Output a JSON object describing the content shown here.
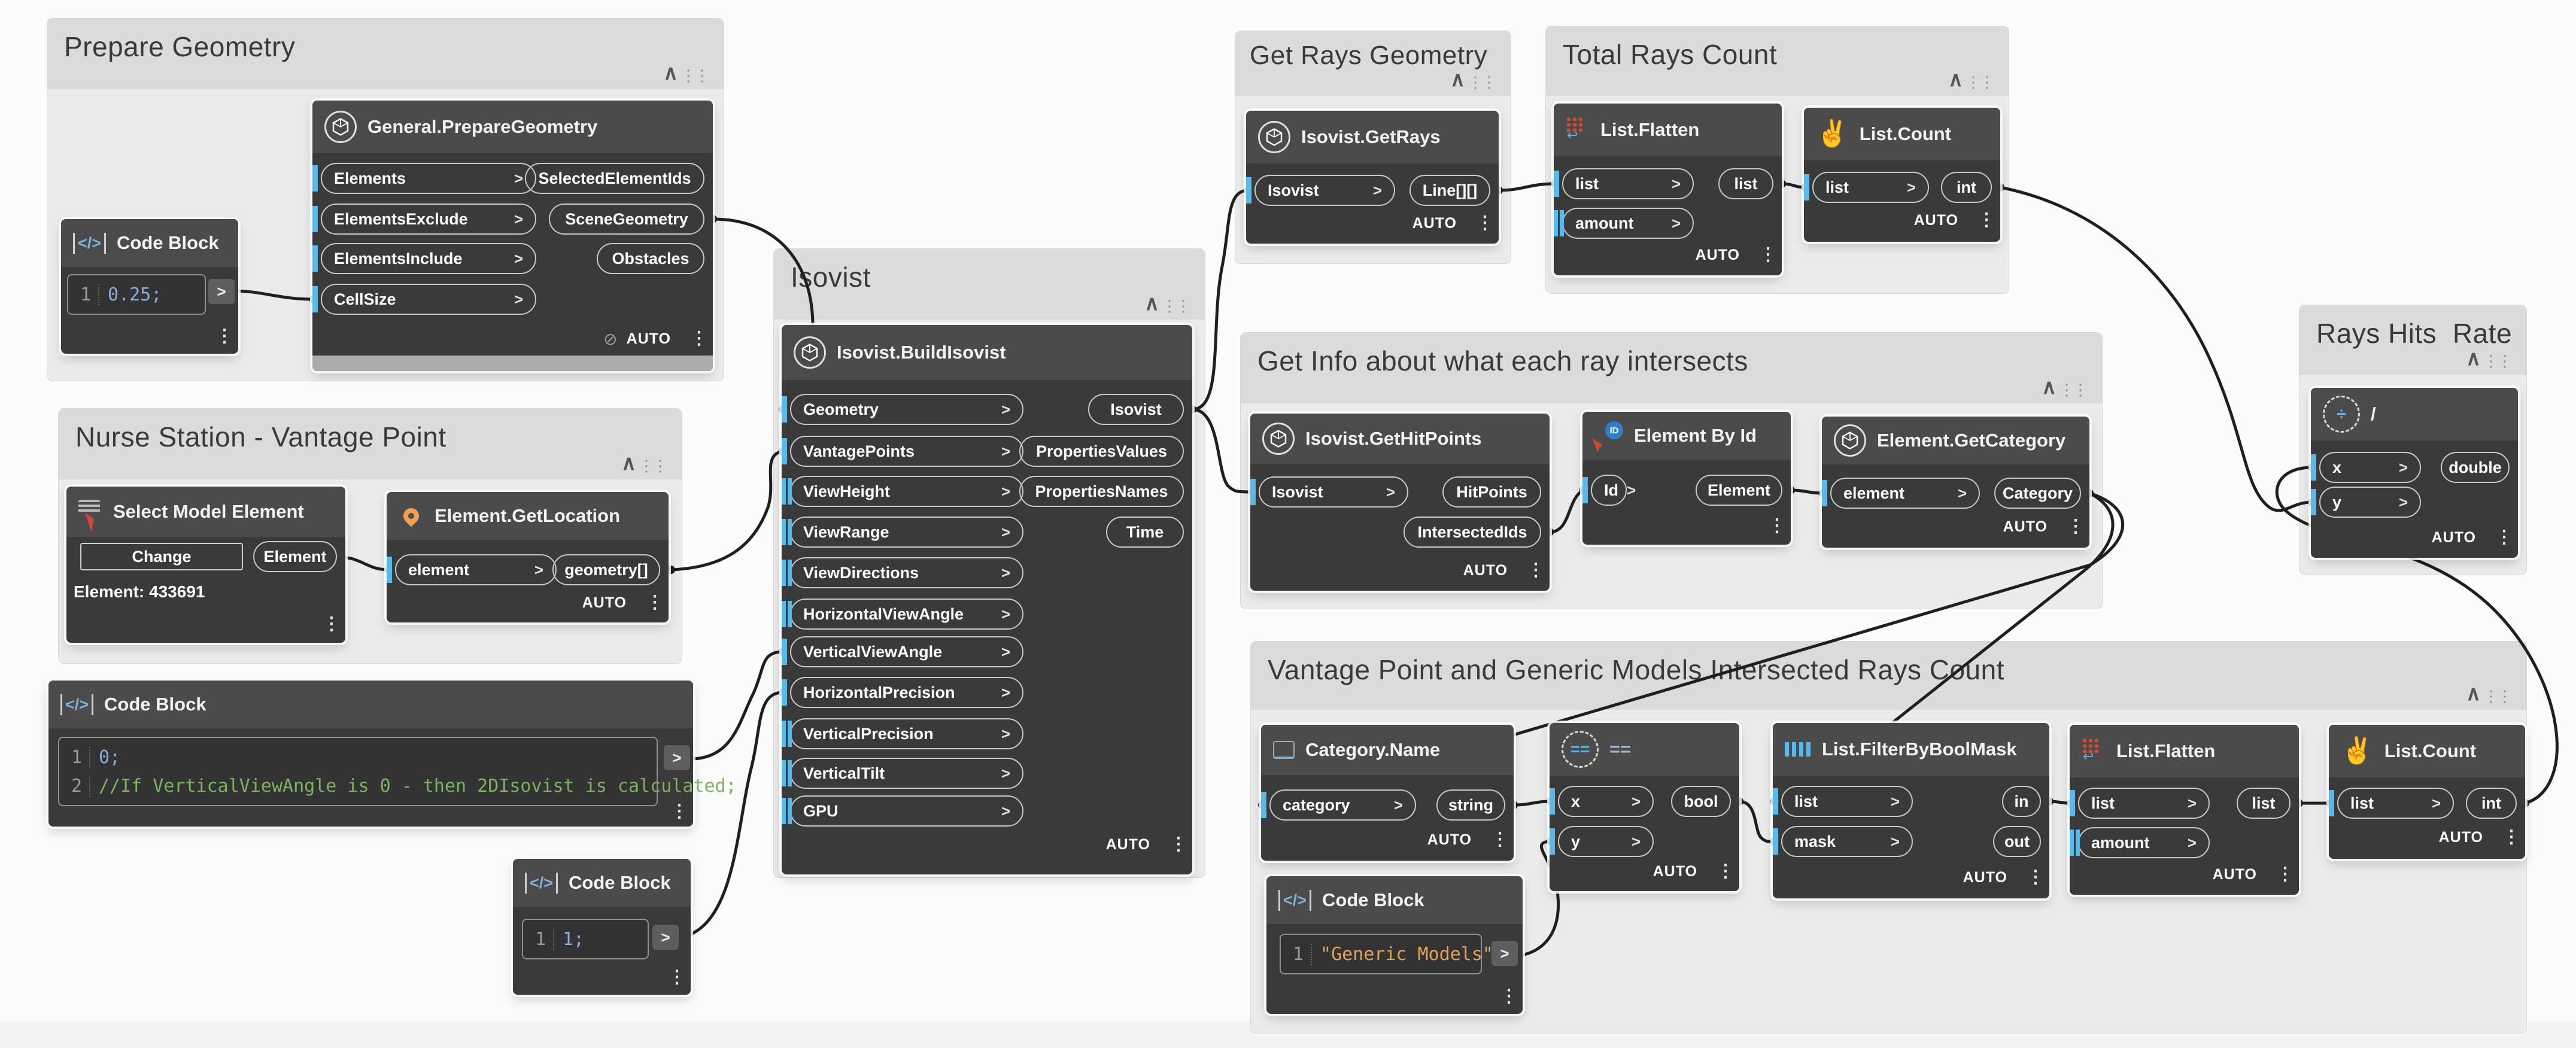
{
  "app": {
    "name": "Dynamo graph canvas"
  },
  "colors": {
    "accent_blue": "#5CB8E6",
    "wire": "#1F1F1F",
    "node_body": "#3A3A3A",
    "node_header": "#4B4B4B",
    "group_body": "#EBEBEB",
    "group_header": "#DBDBDB",
    "code_number": "#86AEDC",
    "code_comment": "#79B45F",
    "code_string": "#E0A35C"
  },
  "groups": {
    "prepare_geometry": {
      "title": "Prepare Geometry"
    },
    "nurse_station": {
      "title": "Nurse Station - Vantage Point"
    },
    "isovist": {
      "title": "Isovist"
    },
    "get_rays_geometry": {
      "title": "Get Rays Geometry"
    },
    "total_rays_count": {
      "title": "Total Rays Count"
    },
    "get_info": {
      "title": "Get Info about what each ray intersects"
    },
    "rays_hits_rate": {
      "title": "Rays Hits  Rate"
    },
    "vantage_generic": {
      "title": "Vantage Point and Generic Models Intersected Rays Count"
    }
  },
  "nodes": {
    "cb_cellsize": {
      "title": "Code Block",
      "lines": [
        {
          "no": "1",
          "code": "0.25;"
        }
      ]
    },
    "prepare_geometry": {
      "title": "General.PrepareGeometry",
      "inputs": [
        "Elements",
        "ElementsExclude",
        "ElementsInclude",
        "CellSize"
      ],
      "outputs": [
        "SelectedElementIds",
        "SceneGeometry",
        "Obstacles"
      ],
      "lacing": "AUTO"
    },
    "select_model_element": {
      "title": "Select Model Element",
      "button": "Change",
      "outputs": [
        "Element"
      ],
      "value": "Element: 433691"
    },
    "get_location": {
      "title": "Element.GetLocation",
      "inputs": [
        "element"
      ],
      "outputs": [
        "geometry[]"
      ],
      "lacing": "AUTO"
    },
    "cb_vertical": {
      "title": "Code Block",
      "lines": [
        {
          "no": "1",
          "code": "0;"
        },
        {
          "no": "2",
          "code": "//If VerticalViewAngle is 0 - then 2DIsovist is calculated;"
        }
      ]
    },
    "cb_one": {
      "title": "Code Block",
      "lines": [
        {
          "no": "1",
          "code": "1;"
        }
      ]
    },
    "build_isovist": {
      "title": "Isovist.BuildIsovist",
      "inputs": [
        "Geometry",
        "VantagePoints",
        "ViewHeight",
        "ViewRange",
        "ViewDirections",
        "HorizontalViewAngle",
        "VerticalViewAngle",
        "HorizontalPrecision",
        "VerticalPrecision",
        "VerticalTilt",
        "GPU"
      ],
      "outputs": [
        "Isovist",
        "PropertiesValues",
        "PropertiesNames",
        "Time"
      ],
      "lacing": "AUTO"
    },
    "get_rays": {
      "title": "Isovist.GetRays",
      "inputs": [
        "Isovist"
      ],
      "outputs": [
        "Line[][]"
      ],
      "lacing": "AUTO"
    },
    "flatten_top": {
      "title": "List.Flatten",
      "inputs": [
        "list",
        "amount"
      ],
      "outputs": [
        "list"
      ],
      "lacing": "AUTO"
    },
    "count_top": {
      "title": "List.Count",
      "inputs": [
        "list"
      ],
      "outputs": [
        "int"
      ],
      "lacing": "AUTO"
    },
    "get_hit_points": {
      "title": "Isovist.GetHitPoints",
      "inputs": [
        "Isovist"
      ],
      "outputs": [
        "HitPoints",
        "IntersectedIds"
      ],
      "lacing": "AUTO"
    },
    "element_by_id": {
      "title": "Element By Id",
      "inputs": [
        "Id"
      ],
      "outputs": [
        "Element"
      ]
    },
    "get_category": {
      "title": "Element.GetCategory",
      "inputs": [
        "element"
      ],
      "outputs": [
        "Category"
      ],
      "lacing": "AUTO"
    },
    "divide": {
      "title": "/",
      "inputs": [
        "x",
        "y"
      ],
      "outputs": [
        "double"
      ],
      "lacing": "AUTO"
    },
    "category_name": {
      "title": "Category.Name",
      "inputs": [
        "category"
      ],
      "outputs": [
        "string"
      ],
      "lacing": "AUTO"
    },
    "equals": {
      "title": "==",
      "inputs": [
        "x",
        "y"
      ],
      "outputs": [
        "bool"
      ],
      "lacing": "AUTO"
    },
    "filter_mask": {
      "title": "List.FilterByBoolMask",
      "inputs": [
        "list",
        "mask"
      ],
      "outputs": [
        "in",
        "out"
      ],
      "lacing": "AUTO"
    },
    "flatten_bottom": {
      "title": "List.Flatten",
      "inputs": [
        "list",
        "amount"
      ],
      "outputs": [
        "list"
      ],
      "lacing": "AUTO"
    },
    "count_bottom": {
      "title": "List.Count",
      "inputs": [
        "list"
      ],
      "outputs": [
        "int"
      ],
      "lacing": "AUTO"
    },
    "cb_generic": {
      "title": "Code Block",
      "lines": [
        {
          "no": "1",
          "code": "\"Generic Models\";"
        }
      ]
    }
  },
  "wires": [
    {
      "from": "cb_cellsize.out",
      "to": "prepare_geometry.CellSize"
    },
    {
      "from": "prepare_geometry.SceneGeometry",
      "to": "build_isovist.Geometry"
    },
    {
      "from": "select_model_element.Element",
      "to": "get_location.element"
    },
    {
      "from": "get_location.geometry[]",
      "to": "build_isovist.VantagePoints"
    },
    {
      "from": "cb_vertical.out",
      "to": "build_isovist.VerticalViewAngle"
    },
    {
      "from": "cb_one.out",
      "to": "build_isovist.HorizontalPrecision"
    },
    {
      "from": "build_isovist.Isovist",
      "to": "get_rays.Isovist"
    },
    {
      "from": "build_isovist.Isovist",
      "to": "get_hit_points.Isovist"
    },
    {
      "from": "get_rays.Line[][]",
      "to": "flatten_top.list"
    },
    {
      "from": "flatten_top.list",
      "to": "count_top.list"
    },
    {
      "from": "count_top.int",
      "to": "divide.y"
    },
    {
      "from": "get_hit_points.IntersectedIds",
      "to": "element_by_id.Id"
    },
    {
      "from": "element_by_id.Element",
      "to": "get_category.element"
    },
    {
      "from": "get_category.Category",
      "to": "category_name.category"
    },
    {
      "from": "get_category.Category",
      "to": "filter_mask.list"
    },
    {
      "from": "category_name.string",
      "to": "equals.x"
    },
    {
      "from": "cb_generic.out",
      "to": "equals.y"
    },
    {
      "from": "equals.bool",
      "to": "filter_mask.mask"
    },
    {
      "from": "filter_mask.in",
      "to": "flatten_bottom.list"
    },
    {
      "from": "flatten_bottom.list",
      "to": "count_bottom.list"
    },
    {
      "from": "count_bottom.int",
      "to": "divide.x"
    }
  ]
}
